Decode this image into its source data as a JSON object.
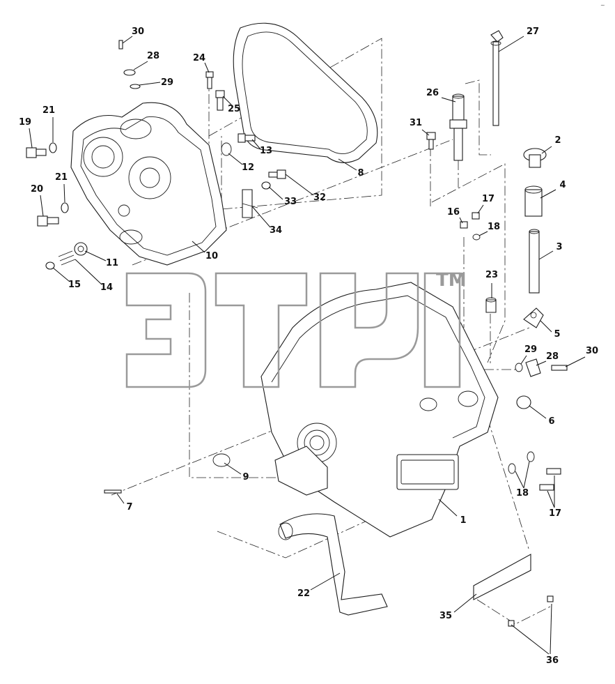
{
  "diagram": {
    "type": "exploded-parts-diagram",
    "watermark_tm": "TM",
    "corner_mark": "~",
    "callouts": [
      {
        "id": "c30a",
        "text": "30"
      },
      {
        "id": "c28a",
        "text": "28"
      },
      {
        "id": "c29a",
        "text": "29"
      },
      {
        "id": "c24",
        "text": "24"
      },
      {
        "id": "c25",
        "text": "25"
      },
      {
        "id": "c27",
        "text": "27"
      },
      {
        "id": "c26",
        "text": "26"
      },
      {
        "id": "c19",
        "text": "19"
      },
      {
        "id": "c21a",
        "text": "21"
      },
      {
        "id": "c13",
        "text": "13"
      },
      {
        "id": "c12",
        "text": "12"
      },
      {
        "id": "c8",
        "text": "8"
      },
      {
        "id": "c31",
        "text": "31"
      },
      {
        "id": "c2",
        "text": "2"
      },
      {
        "id": "c21b",
        "text": "21"
      },
      {
        "id": "c20",
        "text": "20"
      },
      {
        "id": "c32",
        "text": "32"
      },
      {
        "id": "c33",
        "text": "33"
      },
      {
        "id": "c4",
        "text": "4"
      },
      {
        "id": "c17a",
        "text": "17"
      },
      {
        "id": "c16",
        "text": "16"
      },
      {
        "id": "c18a",
        "text": "18"
      },
      {
        "id": "c34",
        "text": "34"
      },
      {
        "id": "c3",
        "text": "3"
      },
      {
        "id": "c10",
        "text": "10"
      },
      {
        "id": "c11",
        "text": "11"
      },
      {
        "id": "c15",
        "text": "15"
      },
      {
        "id": "c14",
        "text": "14"
      },
      {
        "id": "c23",
        "text": "23"
      },
      {
        "id": "c5",
        "text": "5"
      },
      {
        "id": "c29b",
        "text": "29"
      },
      {
        "id": "c28b",
        "text": "28"
      },
      {
        "id": "c30b",
        "text": "30"
      },
      {
        "id": "c6",
        "text": "6"
      },
      {
        "id": "c9",
        "text": "9"
      },
      {
        "id": "c7",
        "text": "7"
      },
      {
        "id": "c18b",
        "text": "18"
      },
      {
        "id": "c17b",
        "text": "17"
      },
      {
        "id": "c1",
        "text": "1"
      },
      {
        "id": "c22",
        "text": "22"
      },
      {
        "id": "c35",
        "text": "35"
      },
      {
        "id": "c36",
        "text": "36"
      }
    ]
  }
}
